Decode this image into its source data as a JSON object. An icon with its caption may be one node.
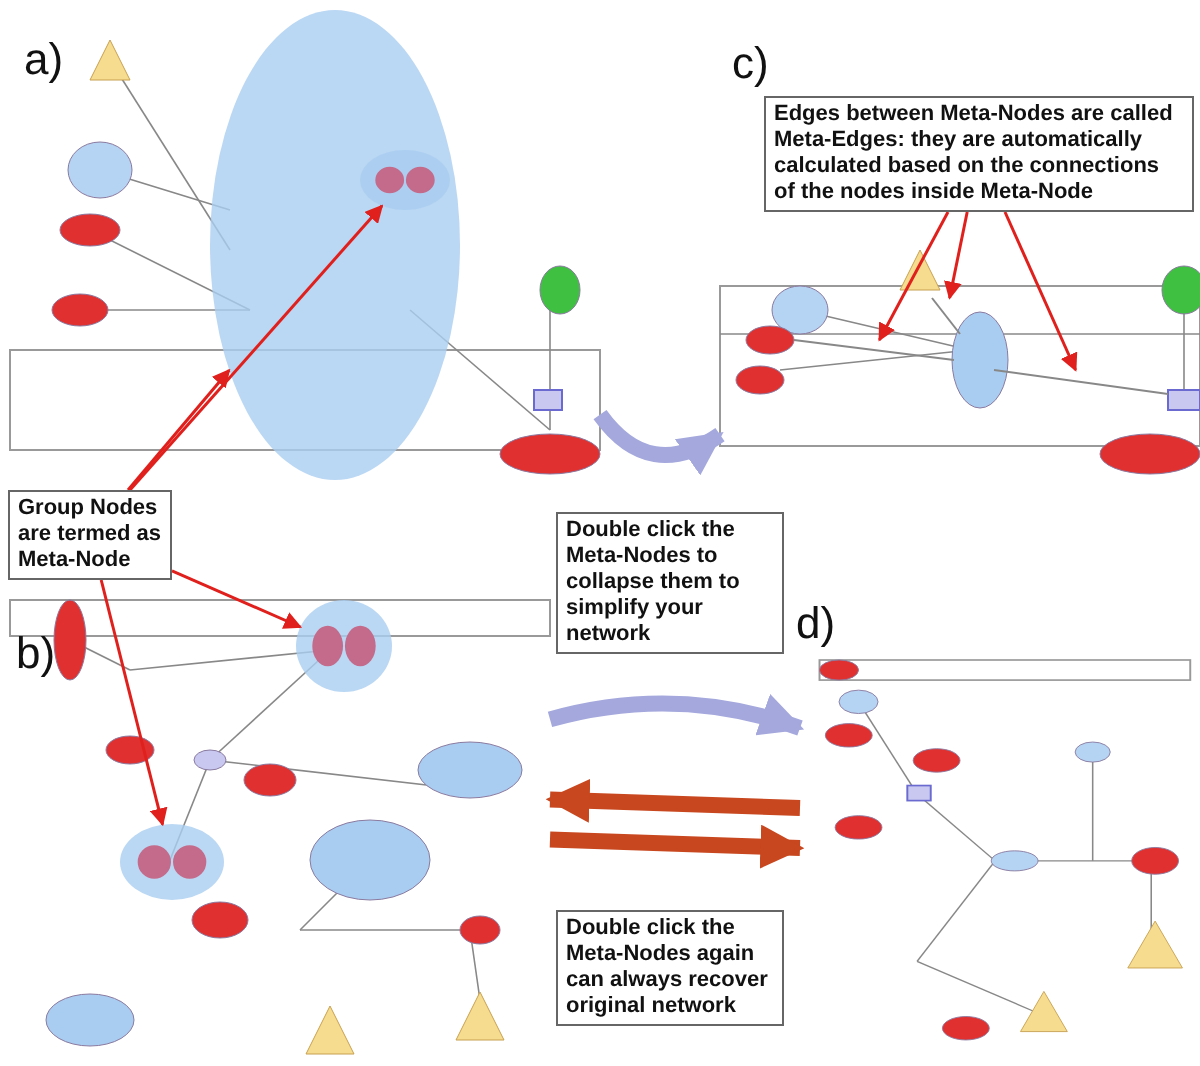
{
  "diagram": {
    "nodes": [
      {
        "text": [],
        "shape": "picture"
      },
      {
        "text": [],
        "shape": "ellipse",
        "in": 0
      },
      {
        "text": [],
        "shape": "ellipse",
        "in": 1
      },
      {
        "text": [],
        "shape": "picture"
      },
      {
        "text": [],
        "shape": "line",
        "in": 3
      },
      {
        "text": [],
        "shape": "line",
        "in": 3
      },
      {
        "text": [],
        "shape": "line",
        "in": 3
      },
      {
        "text": [
          "Edges between Meta-Nodes are called Meta-Edges: they are automatically calculated based on the connections of the nodes inside Meta-Node"
        ]
      },
      {
        "text": [
          "Group Nodes are termed as Meta-Node"
        ]
      },
      {
        "text": [
          "Double click the Meta-Nodes to collapse them to simplify your network"
        ]
      },
      {
        "text": [],
        "shape": "picture"
      },
      {
        "text": [],
        "shape": "ellipse",
        "in": 10
      },
      {
        "text": [],
        "shape": "ellipse",
        "in": 10
      },
      {
        "text": [],
        "shape": "picture"
      },
      {
        "text": [
          "Double click the Meta-Nodes again can always recover original network"
        ]
      }
    ],
    "edges": [
      {
        "from": 7,
        "to": 4,
        "arrow": "to"
      },
      {
        "from": 7,
        "to": 5,
        "arrow": "to"
      },
      {
        "from": 7,
        "to": 6,
        "arrow": "to"
      },
      {
        "from": 8,
        "to": 1,
        "arrow": "to"
      },
      {
        "from": 8,
        "to": 2,
        "arrow": "to"
      },
      {
        "from": 8,
        "to": 11,
        "arrow": "to"
      },
      {
        "from": 8,
        "to": 12,
        "arrow": "to"
      },
      {
        "from": 0,
        "to": 3,
        "arrow": "to",
        "style": "thick",
        "color": "#a4a8dc"
      },
      {
        "from": 10,
        "to": 13,
        "arrow": "to",
        "style": "thick",
        "color": "#a4a8dc"
      },
      {
        "from": 13,
        "to": 10,
        "arrow": "to",
        "style": "thick",
        "color": "#c8471e"
      },
      {
        "from": 10,
        "to": 13,
        "arrow": "to",
        "style": "thick",
        "color": "#c8471e"
      }
    ],
    "labels": [
      "a)",
      "c)",
      "b)",
      "d)"
    ]
  }
}
